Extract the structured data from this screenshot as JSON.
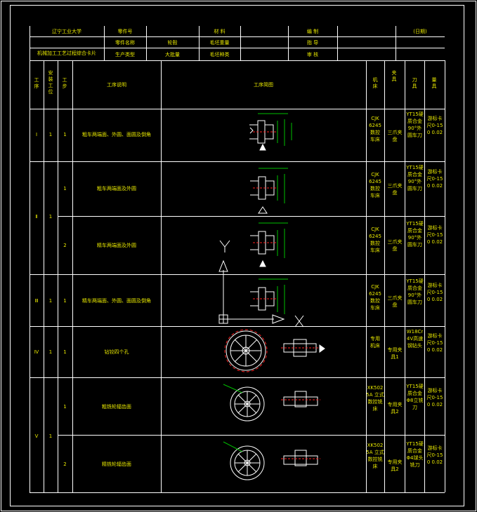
{
  "header": {
    "university": "辽宁工业大学",
    "card_title": "机械加工工艺过程综合卡片",
    "part_no_label": "零件号",
    "part_name_label": "零件名称",
    "part_name_value": "轮毂",
    "production_type_label": "生产类型",
    "production_type_value": "大批量",
    "material_label": "材 料",
    "blank_weight_label": "毛坯重量",
    "blank_type_label": "毛坯种类",
    "designer_label": "编 制",
    "guide_label": "指 导",
    "review_label": "审 核",
    "date_label": "(日期)"
  },
  "columns": {
    "process": "工序",
    "setup": "安装工位",
    "step": "工步",
    "content": "工序说明",
    "sketch": "工序简图",
    "machine": "机床",
    "fixture": "夹具",
    "tool": "刀具",
    "gauge": "量具"
  },
  "rows": [
    {
      "process": "Ⅰ",
      "setup": "1",
      "step": "1",
      "content": "粗车两端面、外圆、面圆及倒角",
      "machine": "CJK 6245 数控车床",
      "fixture": "三爪夹盘",
      "tool": "YT15硬质合金90°外圆车刀",
      "gauge": "游标卡尺0-150 0.02"
    },
    {
      "process": "Ⅱ",
      "setup": "1",
      "step": "1",
      "content": "粗车两端面及外圆",
      "machine": "CJK 6245 数控车床",
      "fixture": "三爪夹盘",
      "tool": "YT15硬质合金90°外圆车刀",
      "gauge": "游标卡尺0-150 0.02"
    },
    {
      "process": "",
      "setup": "",
      "step": "2",
      "content": "精车两端面及外圆",
      "machine": "CJK 6245 数控车床",
      "fixture": "三爪夹盘",
      "tool": "YT15硬质合金90°外圆车刀",
      "gauge": "游标卡尺0-150 0.02"
    },
    {
      "process": "Ⅲ",
      "setup": "1",
      "step": "1",
      "content": "精车两端面、外圆、面圆及倒角",
      "machine": "CJK 6245 数控车床",
      "fixture": "三爪夹盘",
      "tool": "YT15硬质合金90°外圆车刀",
      "gauge": "游标卡尺0-150 0.02"
    },
    {
      "process": "Ⅳ",
      "setup": "1",
      "step": "1",
      "content": "钻铰四个孔",
      "machine": "专用机床",
      "fixture": "专用夹具1",
      "tool": "W18Cr4V高速钢钻头",
      "gauge": "游标卡尺0-150 0.02"
    },
    {
      "process": "Ⅴ",
      "setup": "1",
      "step": "1",
      "content": "粗铣轮辐齿面",
      "machine": "XK5025A 立式数控铣床",
      "fixture": "专用夹具2",
      "tool": "YT15硬质合金Φ8立铣刀",
      "gauge": "游标卡尺0-150 0.02"
    },
    {
      "process": "",
      "setup": "",
      "step": "2",
      "content": "精铣轮辐齿面",
      "machine": "XK5025A 立式数控铣床",
      "fixture": "专用夹具2",
      "tool": "YT15硬质合金Φ4球头铣刀",
      "gauge": "游标卡尺0-150 0.02"
    }
  ],
  "ucs": {
    "y_label": "Y",
    "x_label": "X"
  },
  "colors": {
    "background": "#000000",
    "lines": "#ffffff",
    "text": "#e6e600",
    "drawing": "#ffffff",
    "dim": "#00c000",
    "accent": "#ff2020"
  }
}
